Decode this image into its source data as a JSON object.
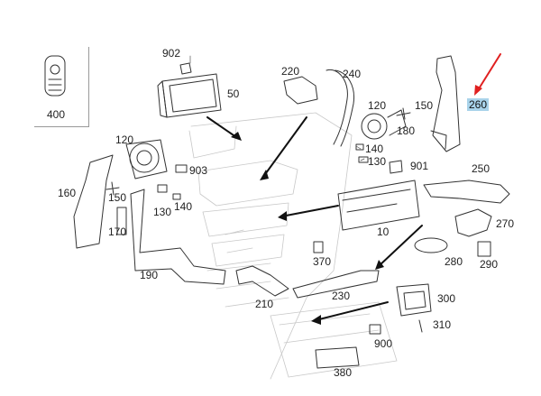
{
  "callouts": [
    {
      "id": "400",
      "label": "400"
    },
    {
      "id": "902",
      "label": "902"
    },
    {
      "id": "50",
      "label": "50"
    },
    {
      "id": "220",
      "label": "220"
    },
    {
      "id": "240",
      "label": "240"
    },
    {
      "id": "120a",
      "label": "120"
    },
    {
      "id": "150a",
      "label": "150"
    },
    {
      "id": "180",
      "label": "180"
    },
    {
      "id": "140a",
      "label": "140"
    },
    {
      "id": "130a",
      "label": "130"
    },
    {
      "id": "260",
      "label": "260",
      "highlighted": true
    },
    {
      "id": "120b",
      "label": "120"
    },
    {
      "id": "903",
      "label": "903"
    },
    {
      "id": "160",
      "label": "160"
    },
    {
      "id": "150b",
      "label": "150"
    },
    {
      "id": "130b",
      "label": "130"
    },
    {
      "id": "140b",
      "label": "140"
    },
    {
      "id": "170",
      "label": "170"
    },
    {
      "id": "190",
      "label": "190"
    },
    {
      "id": "901",
      "label": "901"
    },
    {
      "id": "250",
      "label": "250"
    },
    {
      "id": "10",
      "label": "10"
    },
    {
      "id": "270",
      "label": "270"
    },
    {
      "id": "370",
      "label": "370"
    },
    {
      "id": "280",
      "label": "280"
    },
    {
      "id": "290",
      "label": "290"
    },
    {
      "id": "210",
      "label": "210"
    },
    {
      "id": "230",
      "label": "230"
    },
    {
      "id": "300",
      "label": "300"
    },
    {
      "id": "310",
      "label": "310"
    },
    {
      "id": "900",
      "label": "900"
    },
    {
      "id": "380",
      "label": "380"
    }
  ],
  "colors": {
    "line": "#333333",
    "highlight": "#a9d3ea",
    "arrow": "#e02020"
  }
}
